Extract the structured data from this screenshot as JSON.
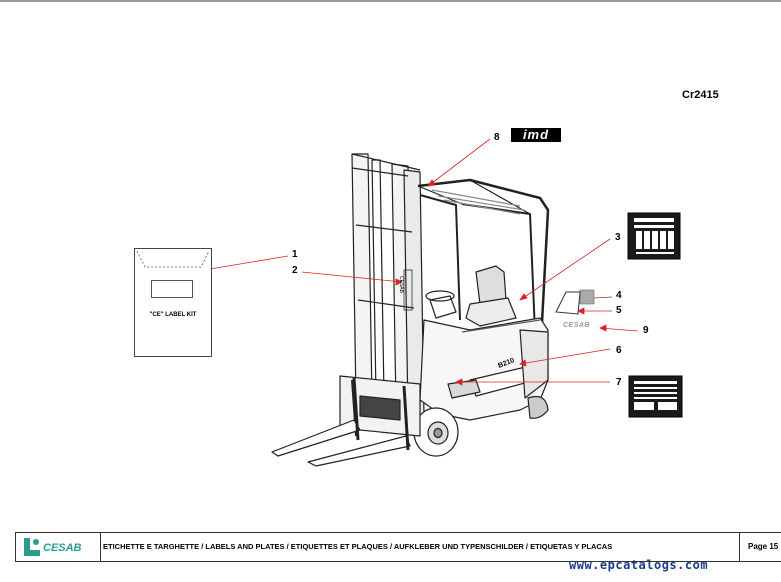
{
  "figure_code": "Cr2415",
  "callouts": [
    "1",
    "2",
    "3",
    "4",
    "5",
    "6",
    "7",
    "8",
    "9"
  ],
  "label_kit_text": "\"CE\" LABEL KIT",
  "imd_label": "imd",
  "brand_decal": "CESAB",
  "model_decal": "B210",
  "mast_decal": "CESAB",
  "footer": {
    "logo": "CESAB",
    "title": "ETICHETTE E TARGHETTE / LABELS AND PLATES / ETIQUETTES ET PLAQUES / AUFKLEBER UND TYPENSCHILDER / ETIQUETAS Y PLACAS",
    "page": "Page 15"
  },
  "watermark": "www.epcatalogs.com",
  "colors": {
    "logo_green": "#2a9d8f",
    "watermark_blue": "#1a3a8a",
    "leader_red": "#d22"
  }
}
